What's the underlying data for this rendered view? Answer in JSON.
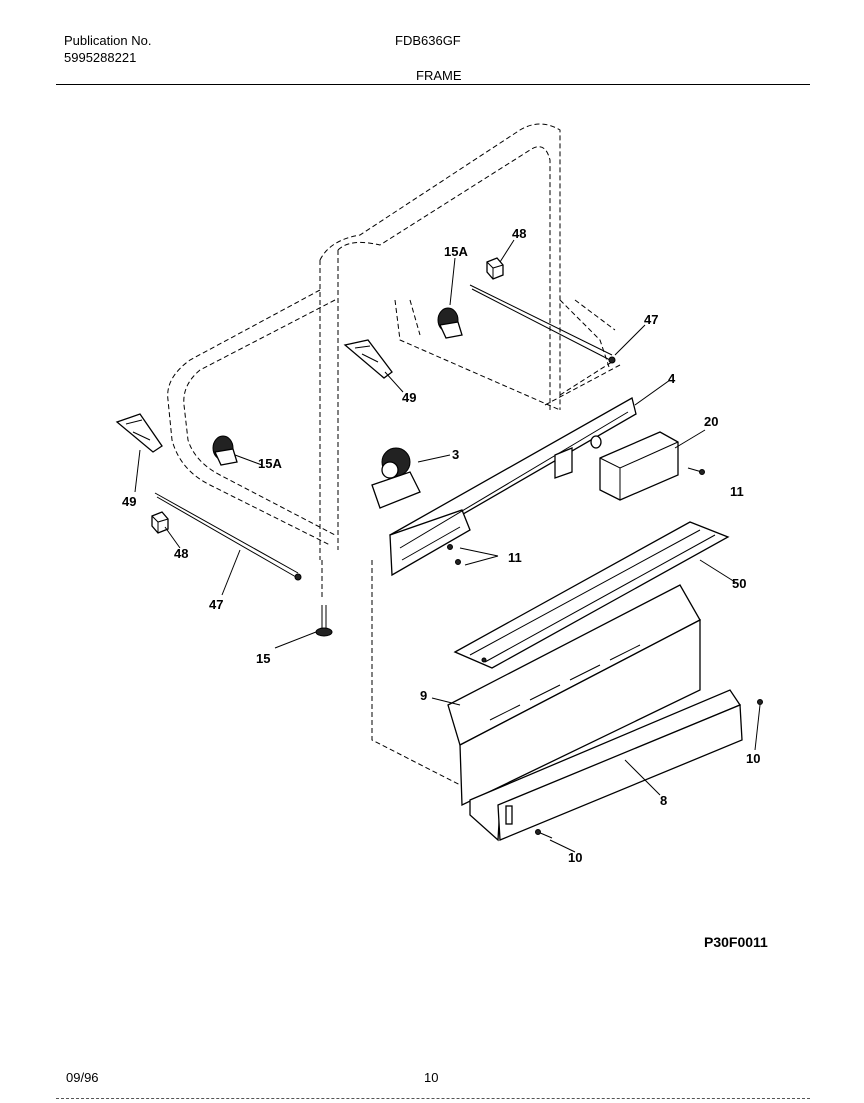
{
  "header": {
    "publication_label": "Publication No.",
    "publication_number": "5995288221",
    "model": "FDB636GF",
    "section_title": "FRAME"
  },
  "callouts": {
    "c3": "3",
    "c4": "4",
    "c8": "8",
    "c9": "9",
    "c10a": "10",
    "c10b": "10",
    "c11a": "11",
    "c11b": "11",
    "c15": "15",
    "c15Aa": "15A",
    "c15Ab": "15A",
    "c20": "20",
    "c47a": "47",
    "c47b": "47",
    "c48a": "48",
    "c48b": "48",
    "c49a": "49",
    "c49b": "49",
    "c50": "50"
  },
  "figure_code": "P30F0011",
  "footer": {
    "date": "09/96",
    "page_number": "10"
  }
}
